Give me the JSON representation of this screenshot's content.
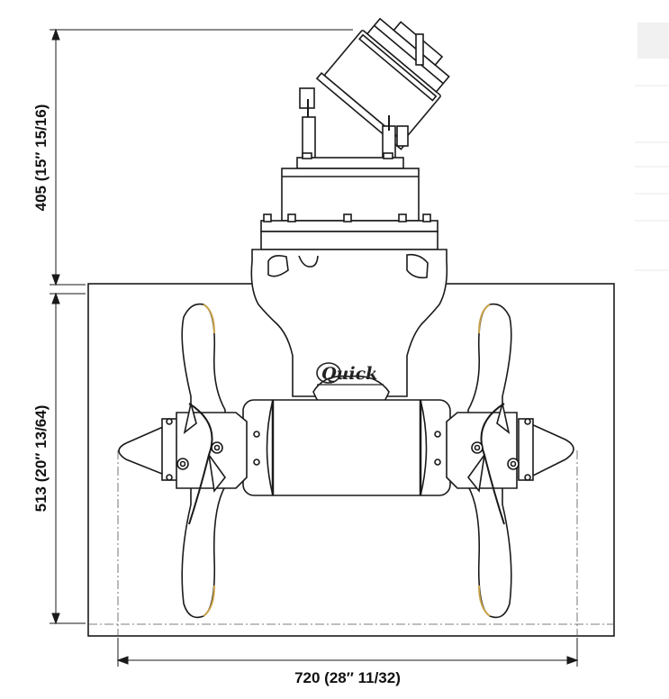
{
  "dimensions": {
    "height_top_label": "405 (15″ 15/16)",
    "height_bottom_label": "513 (20″ 13/64)",
    "width_label": "720 (28″ 11/32)"
  },
  "logo": {
    "text": "Quick"
  },
  "colors": {
    "line": "#1a1a1a",
    "faint": "#e6e6e6",
    "accent": "#c9a24a"
  }
}
